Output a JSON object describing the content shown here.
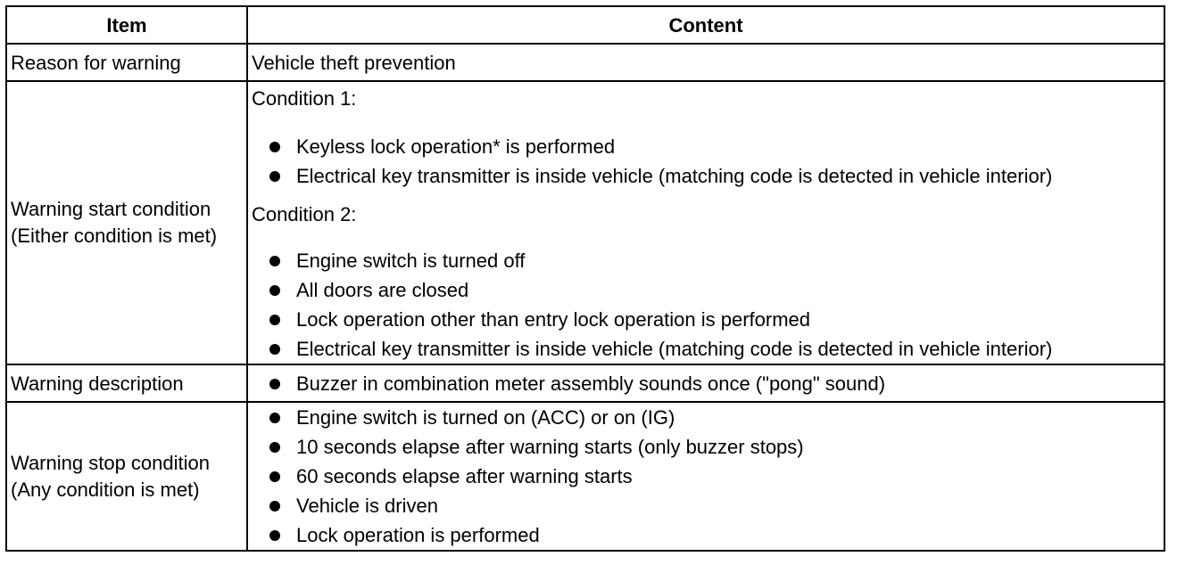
{
  "table": {
    "header": {
      "item": "Item",
      "content": "Content"
    },
    "reason": {
      "item": "Reason for warning",
      "content": "Vehicle theft prevention"
    },
    "start": {
      "item_line1": "Warning start condition",
      "item_line2": "(Either condition is met)",
      "condition1_label": "Condition 1:",
      "condition1_items": [
        "Keyless lock operation* is performed",
        "Electrical key transmitter is inside vehicle (matching code is detected in vehicle interior)"
      ],
      "condition2_label": "Condition 2:",
      "condition2_items": [
        "Engine switch is turned off",
        "All doors are closed",
        "Lock operation other than entry lock operation is performed",
        "Electrical key transmitter is inside vehicle (matching code is detected in vehicle interior)"
      ]
    },
    "description": {
      "item": "Warning description",
      "items": [
        "Buzzer in combination meter assembly sounds once (\"pong\" sound)"
      ]
    },
    "stop": {
      "item_line1": "Warning stop condition",
      "item_line2": "(Any condition is met)",
      "items": [
        "Engine switch is turned on (ACC) or on (IG)",
        "10 seconds elapse after warning starts (only buzzer stops)",
        "60 seconds elapse after warning starts",
        "Vehicle is driven",
        "Lock operation is performed"
      ]
    }
  }
}
